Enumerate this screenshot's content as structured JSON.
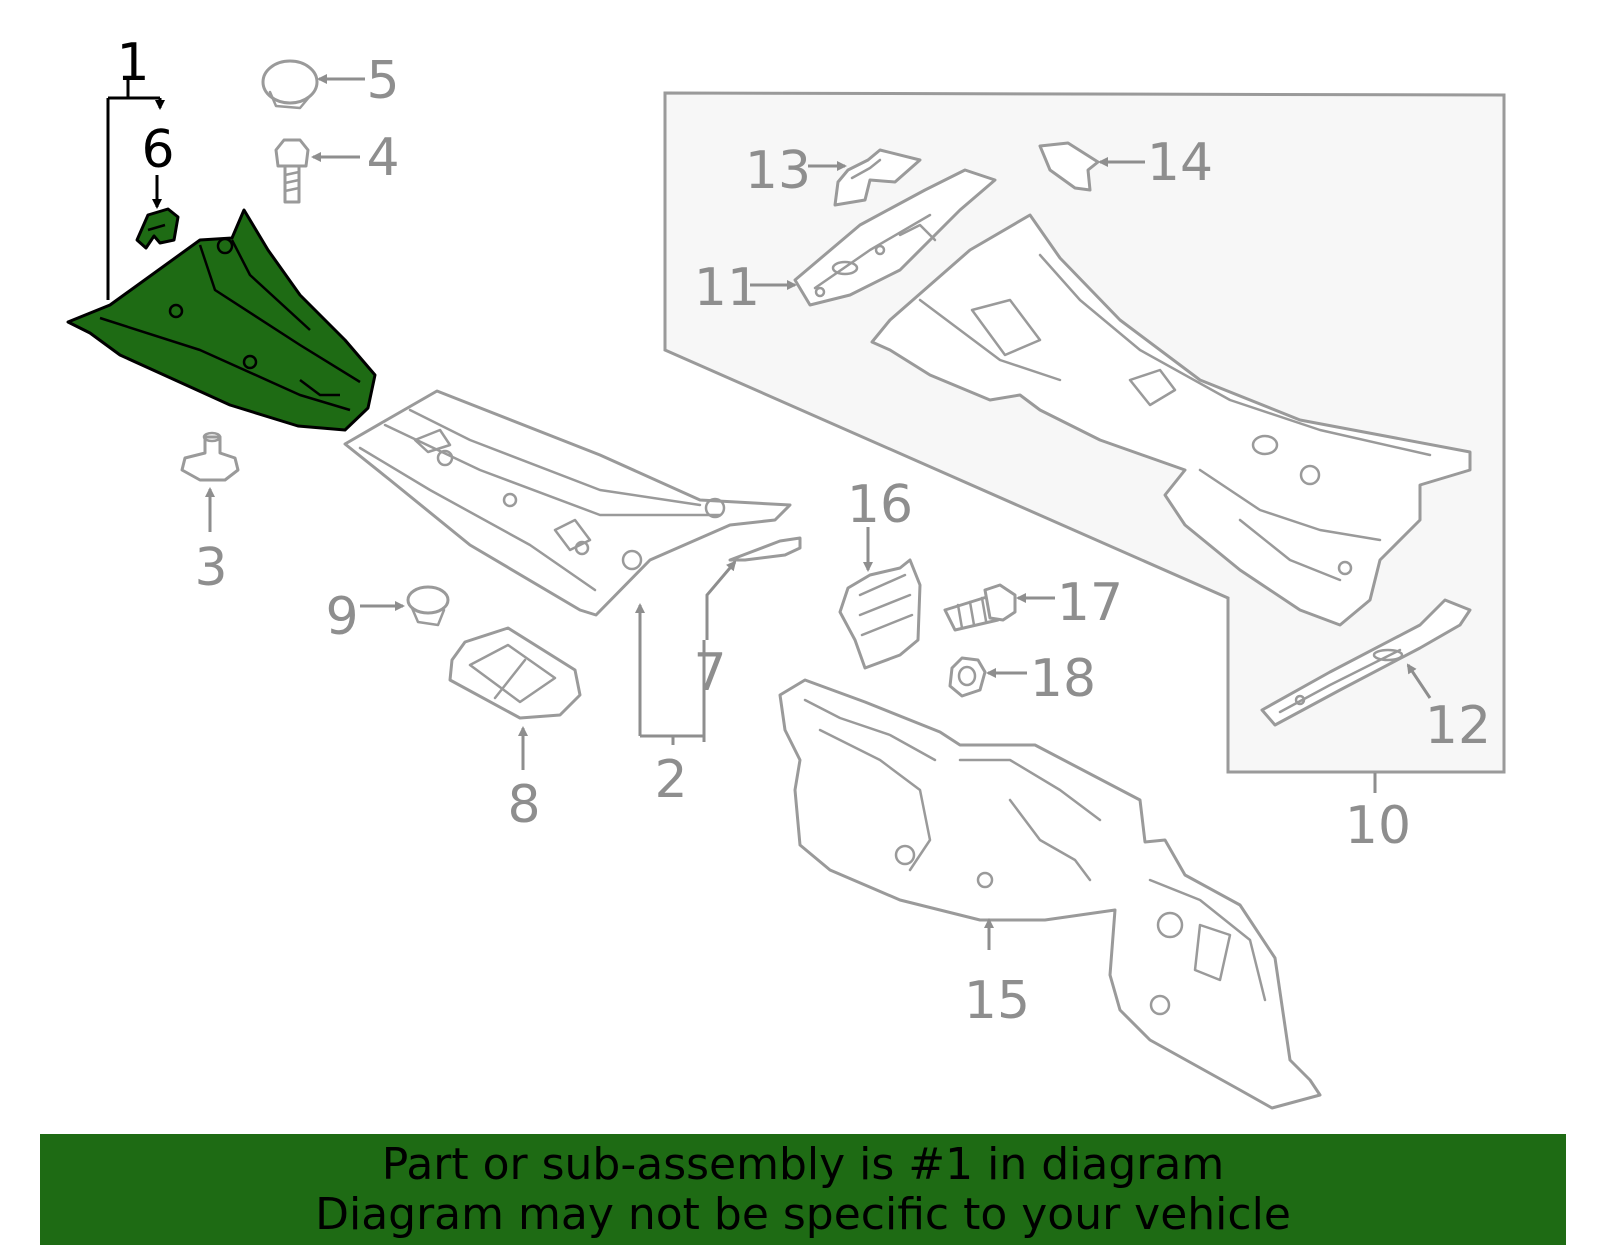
{
  "diagram": {
    "highlighted_part": "1",
    "callouts": [
      "1",
      "2",
      "3",
      "4",
      "5",
      "6",
      "7",
      "8",
      "9",
      "10",
      "11",
      "12",
      "13",
      "14",
      "15",
      "16",
      "17",
      "18"
    ]
  },
  "banner": {
    "line1": "Part or sub-assembly is #1 in diagram",
    "line2": "Diagram may not be specific to your vehicle",
    "background_color": "#1e6b14",
    "text_color": "#000000"
  },
  "colors": {
    "highlight_fill": "#1e6b14",
    "line_art": "#9a9a9a",
    "callout_text": "#8e8e8e",
    "subassembly_box_fill": "#f7f7f7"
  }
}
